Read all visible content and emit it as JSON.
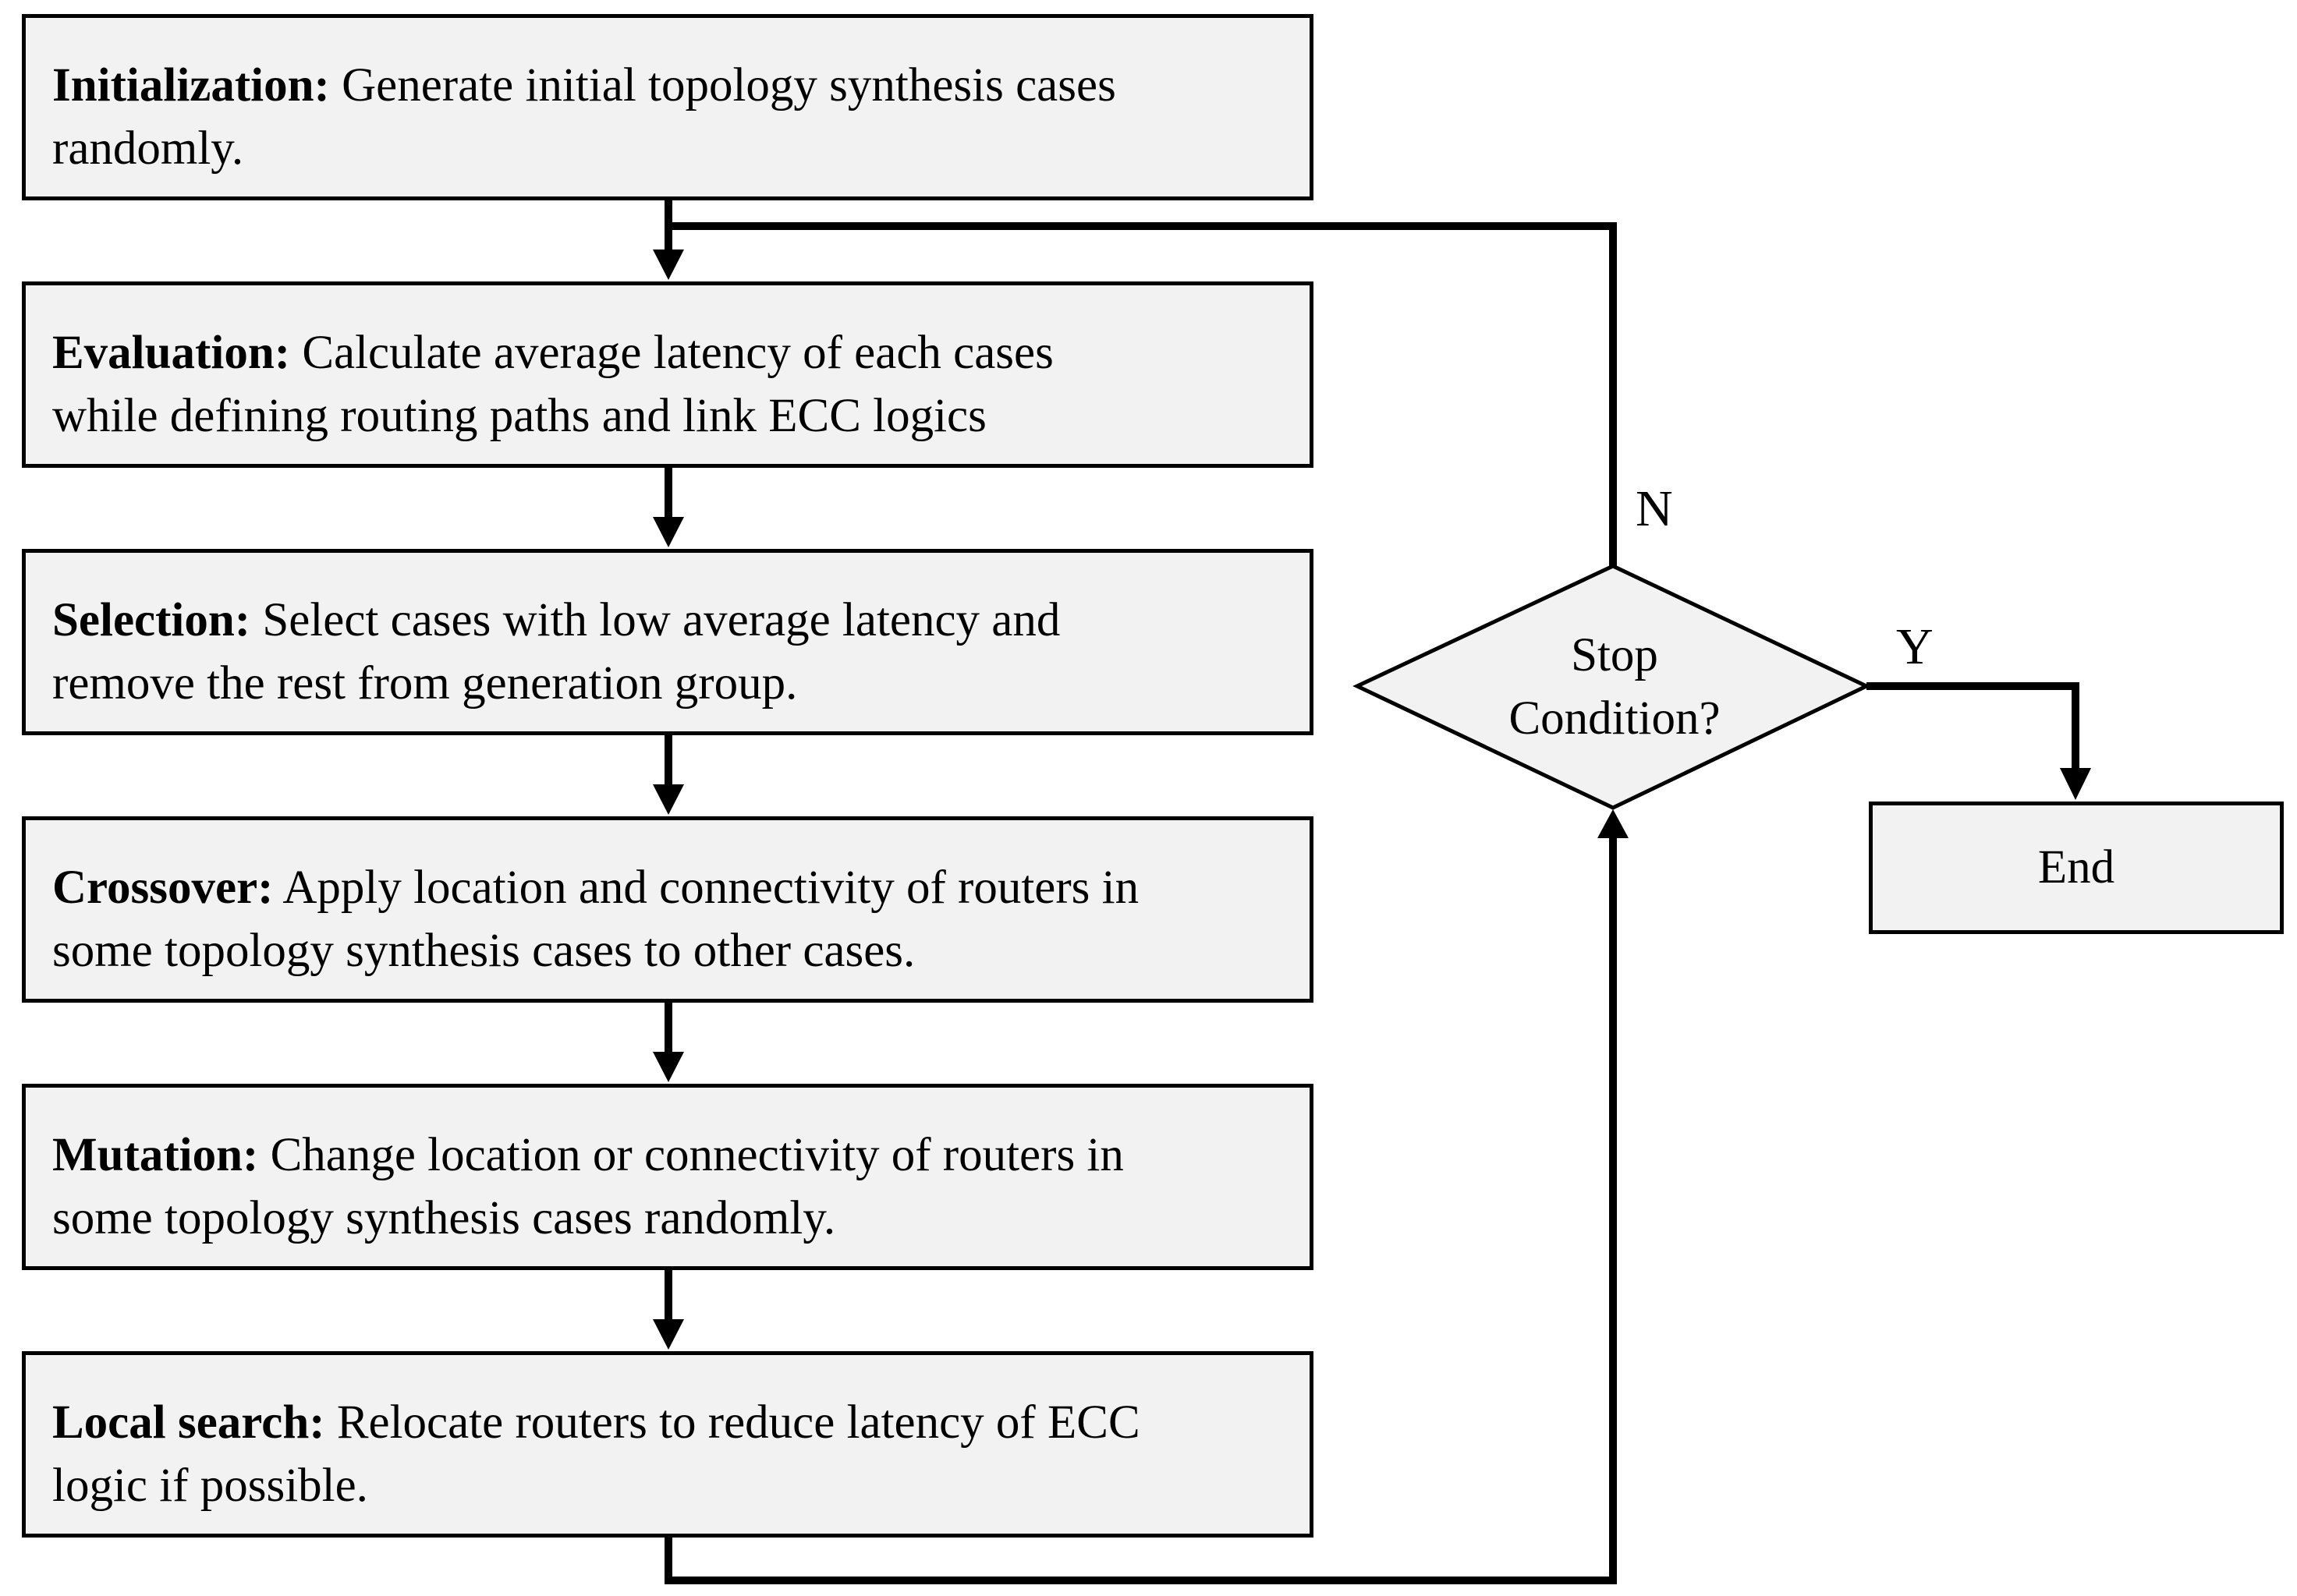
{
  "colors": {
    "box_fill": "#f2f2f2",
    "stroke": "#000000",
    "background": "#ffffff"
  },
  "steps": [
    {
      "title": "Initialization:",
      "line1": "Generate initial topology synthesis cases",
      "line2": "randomly."
    },
    {
      "title": "Evaluation:",
      "line1": "Calculate average latency of each cases",
      "line2": "while defining routing paths and link ECC logics"
    },
    {
      "title": "Selection:",
      "line1": "Select cases with low average latency and",
      "line2": "remove the rest from generation group."
    },
    {
      "title": "Crossover:",
      "line1": "Apply location and connectivity of routers in",
      "line2": "some topology synthesis cases to other cases."
    },
    {
      "title": "Mutation:",
      "line1": "Change location or connectivity of routers in",
      "line2": "some topology synthesis cases randomly."
    },
    {
      "title": "Local search:",
      "line1": "Relocate routers to reduce latency of ECC",
      "line2": "logic if possible."
    }
  ],
  "decision": {
    "line1": "Stop",
    "line2": "Condition?",
    "no_label": "N",
    "yes_label": "Y"
  },
  "end": {
    "label": "End"
  }
}
